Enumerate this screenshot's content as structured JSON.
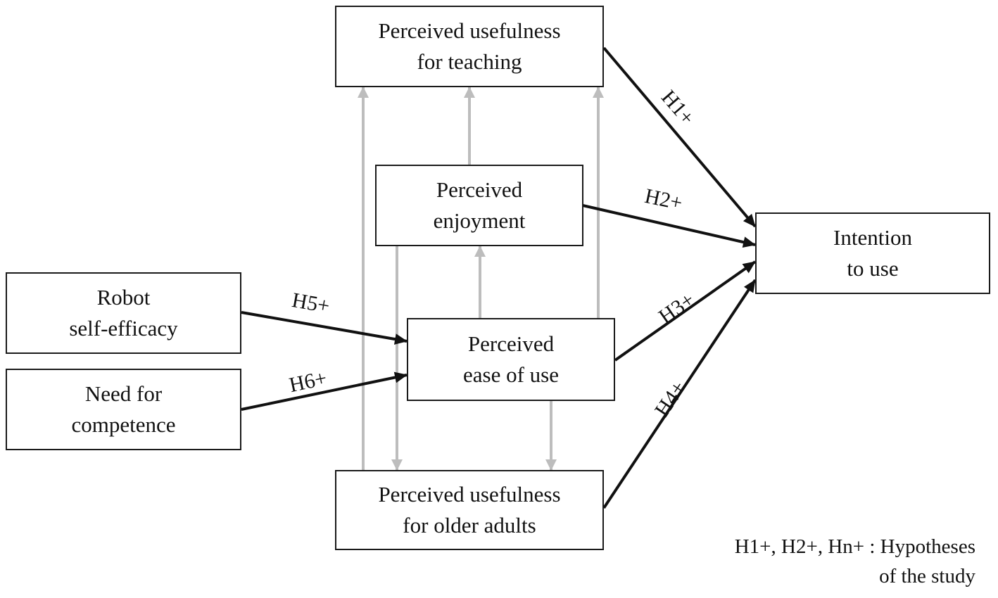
{
  "nodes": {
    "pu_teaching": {
      "line1": "Perceived usefulness",
      "line2": "for teaching"
    },
    "enjoyment": {
      "line1": "Perceived",
      "line2": "enjoyment"
    },
    "intention": {
      "line1": "Intention",
      "line2": "to use"
    },
    "self_efficacy": {
      "line1": "Robot",
      "line2": "self-efficacy"
    },
    "ease_of_use": {
      "line1": "Perceived",
      "line2": "ease of use"
    },
    "competence": {
      "line1": "Need for",
      "line2": "competence"
    },
    "pu_older": {
      "line1": "Perceived usefulness",
      "line2": "for older adults"
    }
  },
  "hypotheses": {
    "h1": "H1+",
    "h2": "H2+",
    "h3": "H3+",
    "h4": "H4+",
    "h5": "H5+",
    "h6": "H6+"
  },
  "legend": {
    "line1": "H1+, H2+, Hn+ : Hypotheses",
    "line2": "of the study"
  },
  "colors": {
    "hypothesis_arrow": "#111111",
    "secondary_arrow": "#bdbdbd",
    "box_border": "#1a1a1a"
  }
}
